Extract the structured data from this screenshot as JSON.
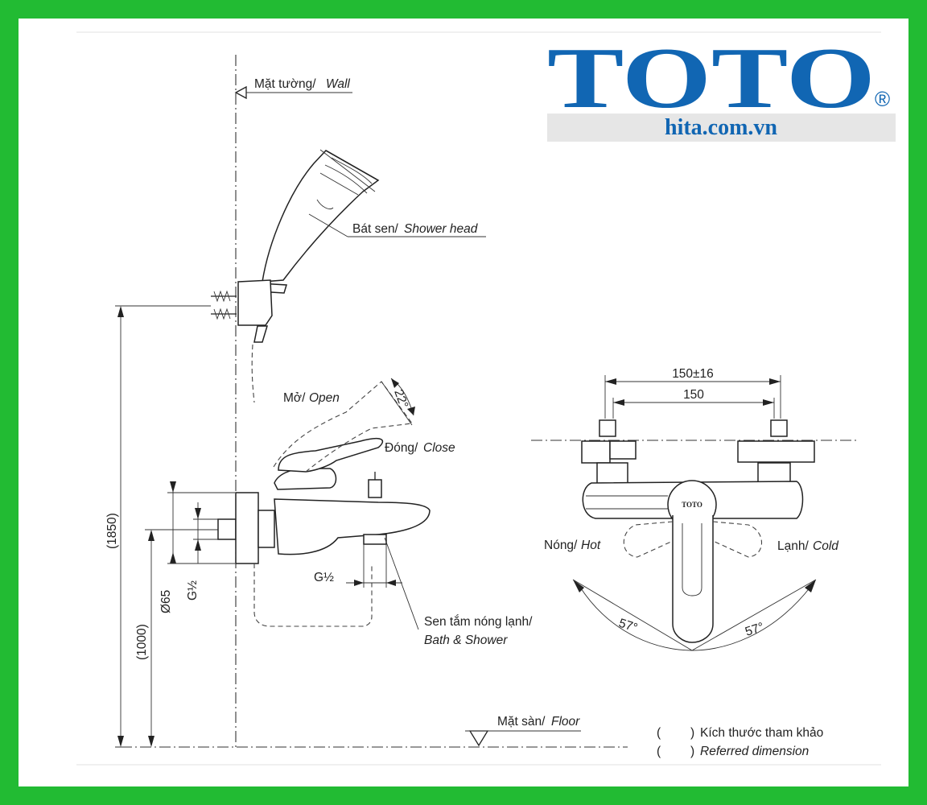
{
  "brand": {
    "logo_text": "TOTO",
    "registered_mark": "®",
    "website": "hita.com.vn",
    "colors": {
      "logo_blue": "#1166b3",
      "frame_green": "#22bb33",
      "site_bar_gray": "#e6e6e6"
    }
  },
  "labels": {
    "wall": {
      "vi": "Mặt tường/",
      "en": "Wall"
    },
    "shower_head": {
      "vi": "Bát sen/",
      "en": "Shower head"
    },
    "open": {
      "vi": "Mở/",
      "en": "Open"
    },
    "close": {
      "vi": "Đóng/",
      "en": "Close"
    },
    "angle_lever": "22°",
    "product_vi": "Sen tắm nóng lạnh/",
    "product_en": "Bath & Shower",
    "floor": {
      "vi": "Mặt sàn/",
      "en": "Floor"
    },
    "hot": {
      "vi": "Nóng/",
      "en": "Hot"
    },
    "cold": {
      "vi": "Lạnh/",
      "en": "Cold"
    },
    "angle_left": "57°",
    "angle_right": "57°",
    "front_logo": "TOTO"
  },
  "dimensions": {
    "height_holder": "(1850)",
    "height_spout": "(1000)",
    "diameter": "Ø65",
    "thread_inlet": "G½",
    "thread_outlet": "G½",
    "centers_adjustable": "150±16",
    "centers_nominal": "150"
  },
  "legend": {
    "paren_open": "(",
    "paren_close": ")",
    "reference_vi": "Kích thước tham khảo",
    "reference_en": "Referred dimension"
  }
}
